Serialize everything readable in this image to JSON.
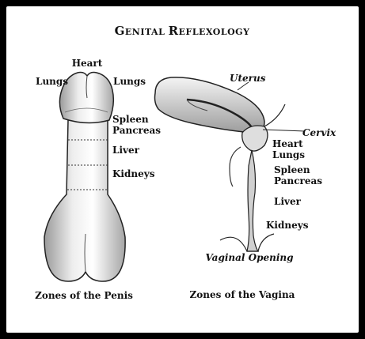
{
  "title_first": "G",
  "title_rest1": "ENITAL ",
  "title_second": "R",
  "title_rest2": "EFLEXOLOGY",
  "penis": {
    "heart": "Heart",
    "lungs_left": "Lungs",
    "lungs_right": "Lungs",
    "spleen": "Spleen",
    "pancreas": "Pancreas",
    "liver": "Liver",
    "kidneys": "Kidneys",
    "caption": "Zones of the Penis"
  },
  "vagina": {
    "uterus": "Uterus",
    "cervix": "Cervix",
    "heart": "Heart",
    "lungs": "Lungs",
    "spleen": "Spleen",
    "pancreas": "Pancreas",
    "liver": "Liver",
    "kidneys": "Kidneys",
    "opening": "Vaginal Opening",
    "caption": "Zones of the Vagina"
  }
}
